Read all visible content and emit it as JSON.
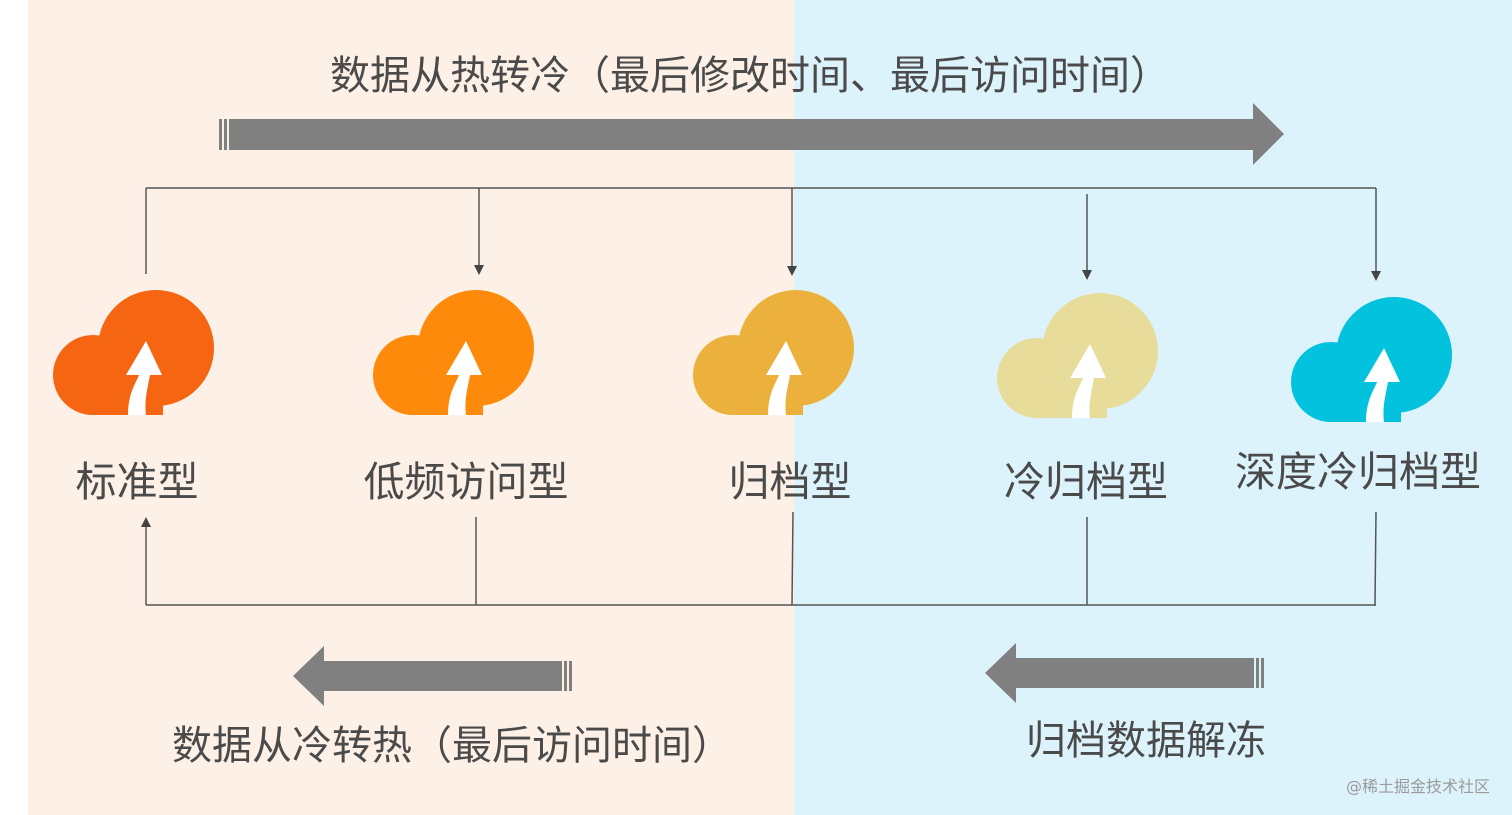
{
  "top_caption": "数据从热转冷（最后修改时间、最后访问时间）",
  "bottom_left_caption": "数据从冷转热（最后访问时间）",
  "bottom_right_caption": "归档数据解冻",
  "watermark": "@稀土掘金技术社区",
  "tiers": [
    {
      "label": "标准型",
      "color": "#f56512",
      "icon": "cloud-upload-icon"
    },
    {
      "label": "低频访问型",
      "color": "#fd8a0a",
      "icon": "cloud-upload-icon"
    },
    {
      "label": "归档型",
      "color": "#ecb13c",
      "icon": "cloud-upload-icon"
    },
    {
      "label": "冷归档型",
      "color": "#e8dc9b",
      "icon": "cloud-upload-icon"
    },
    {
      "label": "深度冷归档型",
      "color": "#03c2de",
      "icon": "cloud-upload-icon"
    }
  ],
  "colors": {
    "left_background": "#fdf0e6",
    "right_background": "#ddf3fb",
    "arrow": "#808080",
    "text": "#4a4a4a"
  }
}
